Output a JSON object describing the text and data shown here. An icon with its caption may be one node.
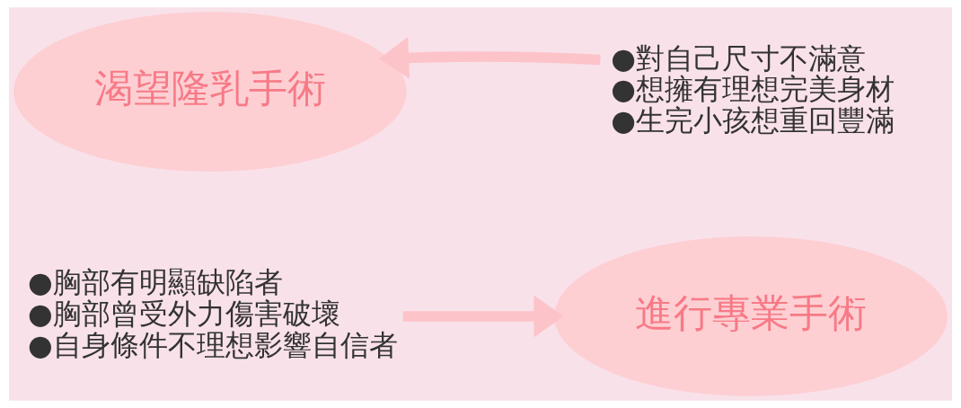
{
  "diagram": {
    "nodes": [
      {
        "text": [
          "渴望隆乳手術"
        ]
      },
      {
        "text": [
          "●對自己尺寸不滿意",
          "●想擁有理想完美身材",
          "●生完小孩想重回豐滿"
        ]
      },
      {
        "text": [
          "●胸部有明顯缺陷者",
          "●胸部曾受外力傷害破壞",
          "●自身條件不理想影響自信者"
        ]
      },
      {
        "text": [
          "進行專業手術"
        ]
      }
    ],
    "edges": [
      {
        "from": 1,
        "to": 0,
        "arrow": "to"
      },
      {
        "from": 2,
        "to": 3,
        "arrow": "to"
      }
    ]
  }
}
